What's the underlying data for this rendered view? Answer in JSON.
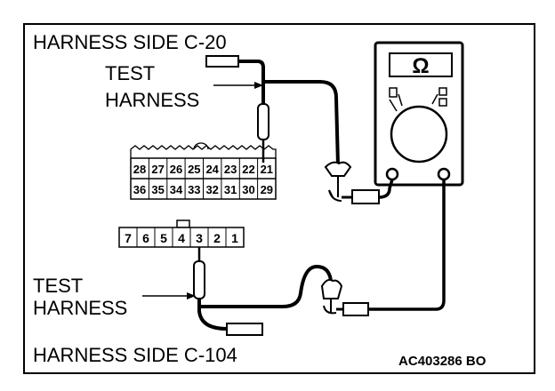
{
  "labels": {
    "top_harness_side": "HARNESS SIDE C-20",
    "top_test": "TEST",
    "top_harness": "HARNESS",
    "bottom_test": "TEST",
    "bottom_harness": "HARNESS",
    "bottom_harness_side": "HARNESS SIDE C-104",
    "figure_code": "AC403286 BO"
  },
  "meter": {
    "symbol": "Ω"
  },
  "connector_c20": {
    "row1": [
      "28",
      "27",
      "26",
      "25",
      "24",
      "23",
      "22",
      "21"
    ],
    "row2": [
      "36",
      "35",
      "34",
      "33",
      "32",
      "31",
      "30",
      "29"
    ]
  },
  "connector_c104": {
    "pins": [
      "7",
      "6",
      "5",
      "4",
      "3",
      "2",
      "1"
    ]
  },
  "colors": {
    "line": "#000000",
    "background": "#ffffff"
  }
}
